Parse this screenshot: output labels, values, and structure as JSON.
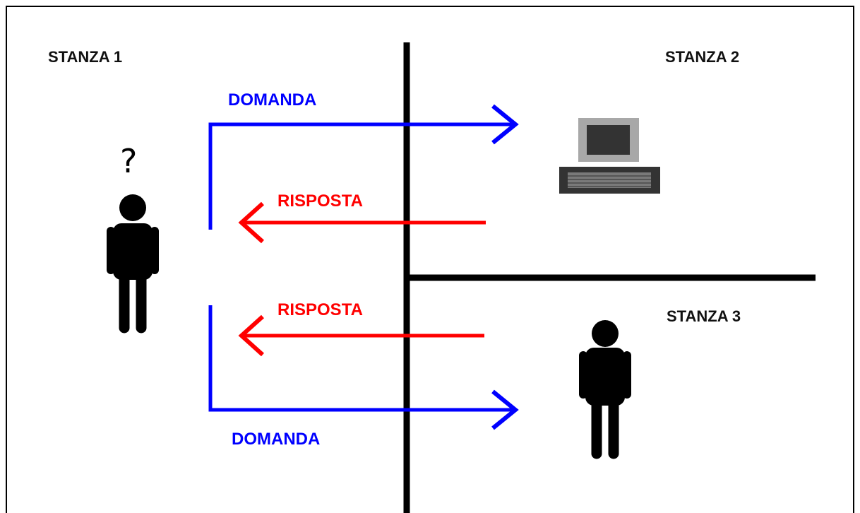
{
  "colors": {
    "question": "#0000ff",
    "answer": "#ff0000",
    "wall": "#000000",
    "person": "#000000",
    "frame": "#000000",
    "background": "#ffffff"
  },
  "rooms": [
    {
      "label": "STANZA 1"
    },
    {
      "label": "STANZA 2"
    },
    {
      "label": "STANZA 3"
    }
  ],
  "labels": {
    "question_top": "DOMANDA",
    "answer_top": "RISPOSTA",
    "answer_bottom": "RISPOSTA",
    "question_bottom": "DOMANDA",
    "interrogator_mark": "?"
  },
  "icons": {
    "interrogator": "person-icon",
    "machine": "computer-icon",
    "human": "person-icon"
  }
}
